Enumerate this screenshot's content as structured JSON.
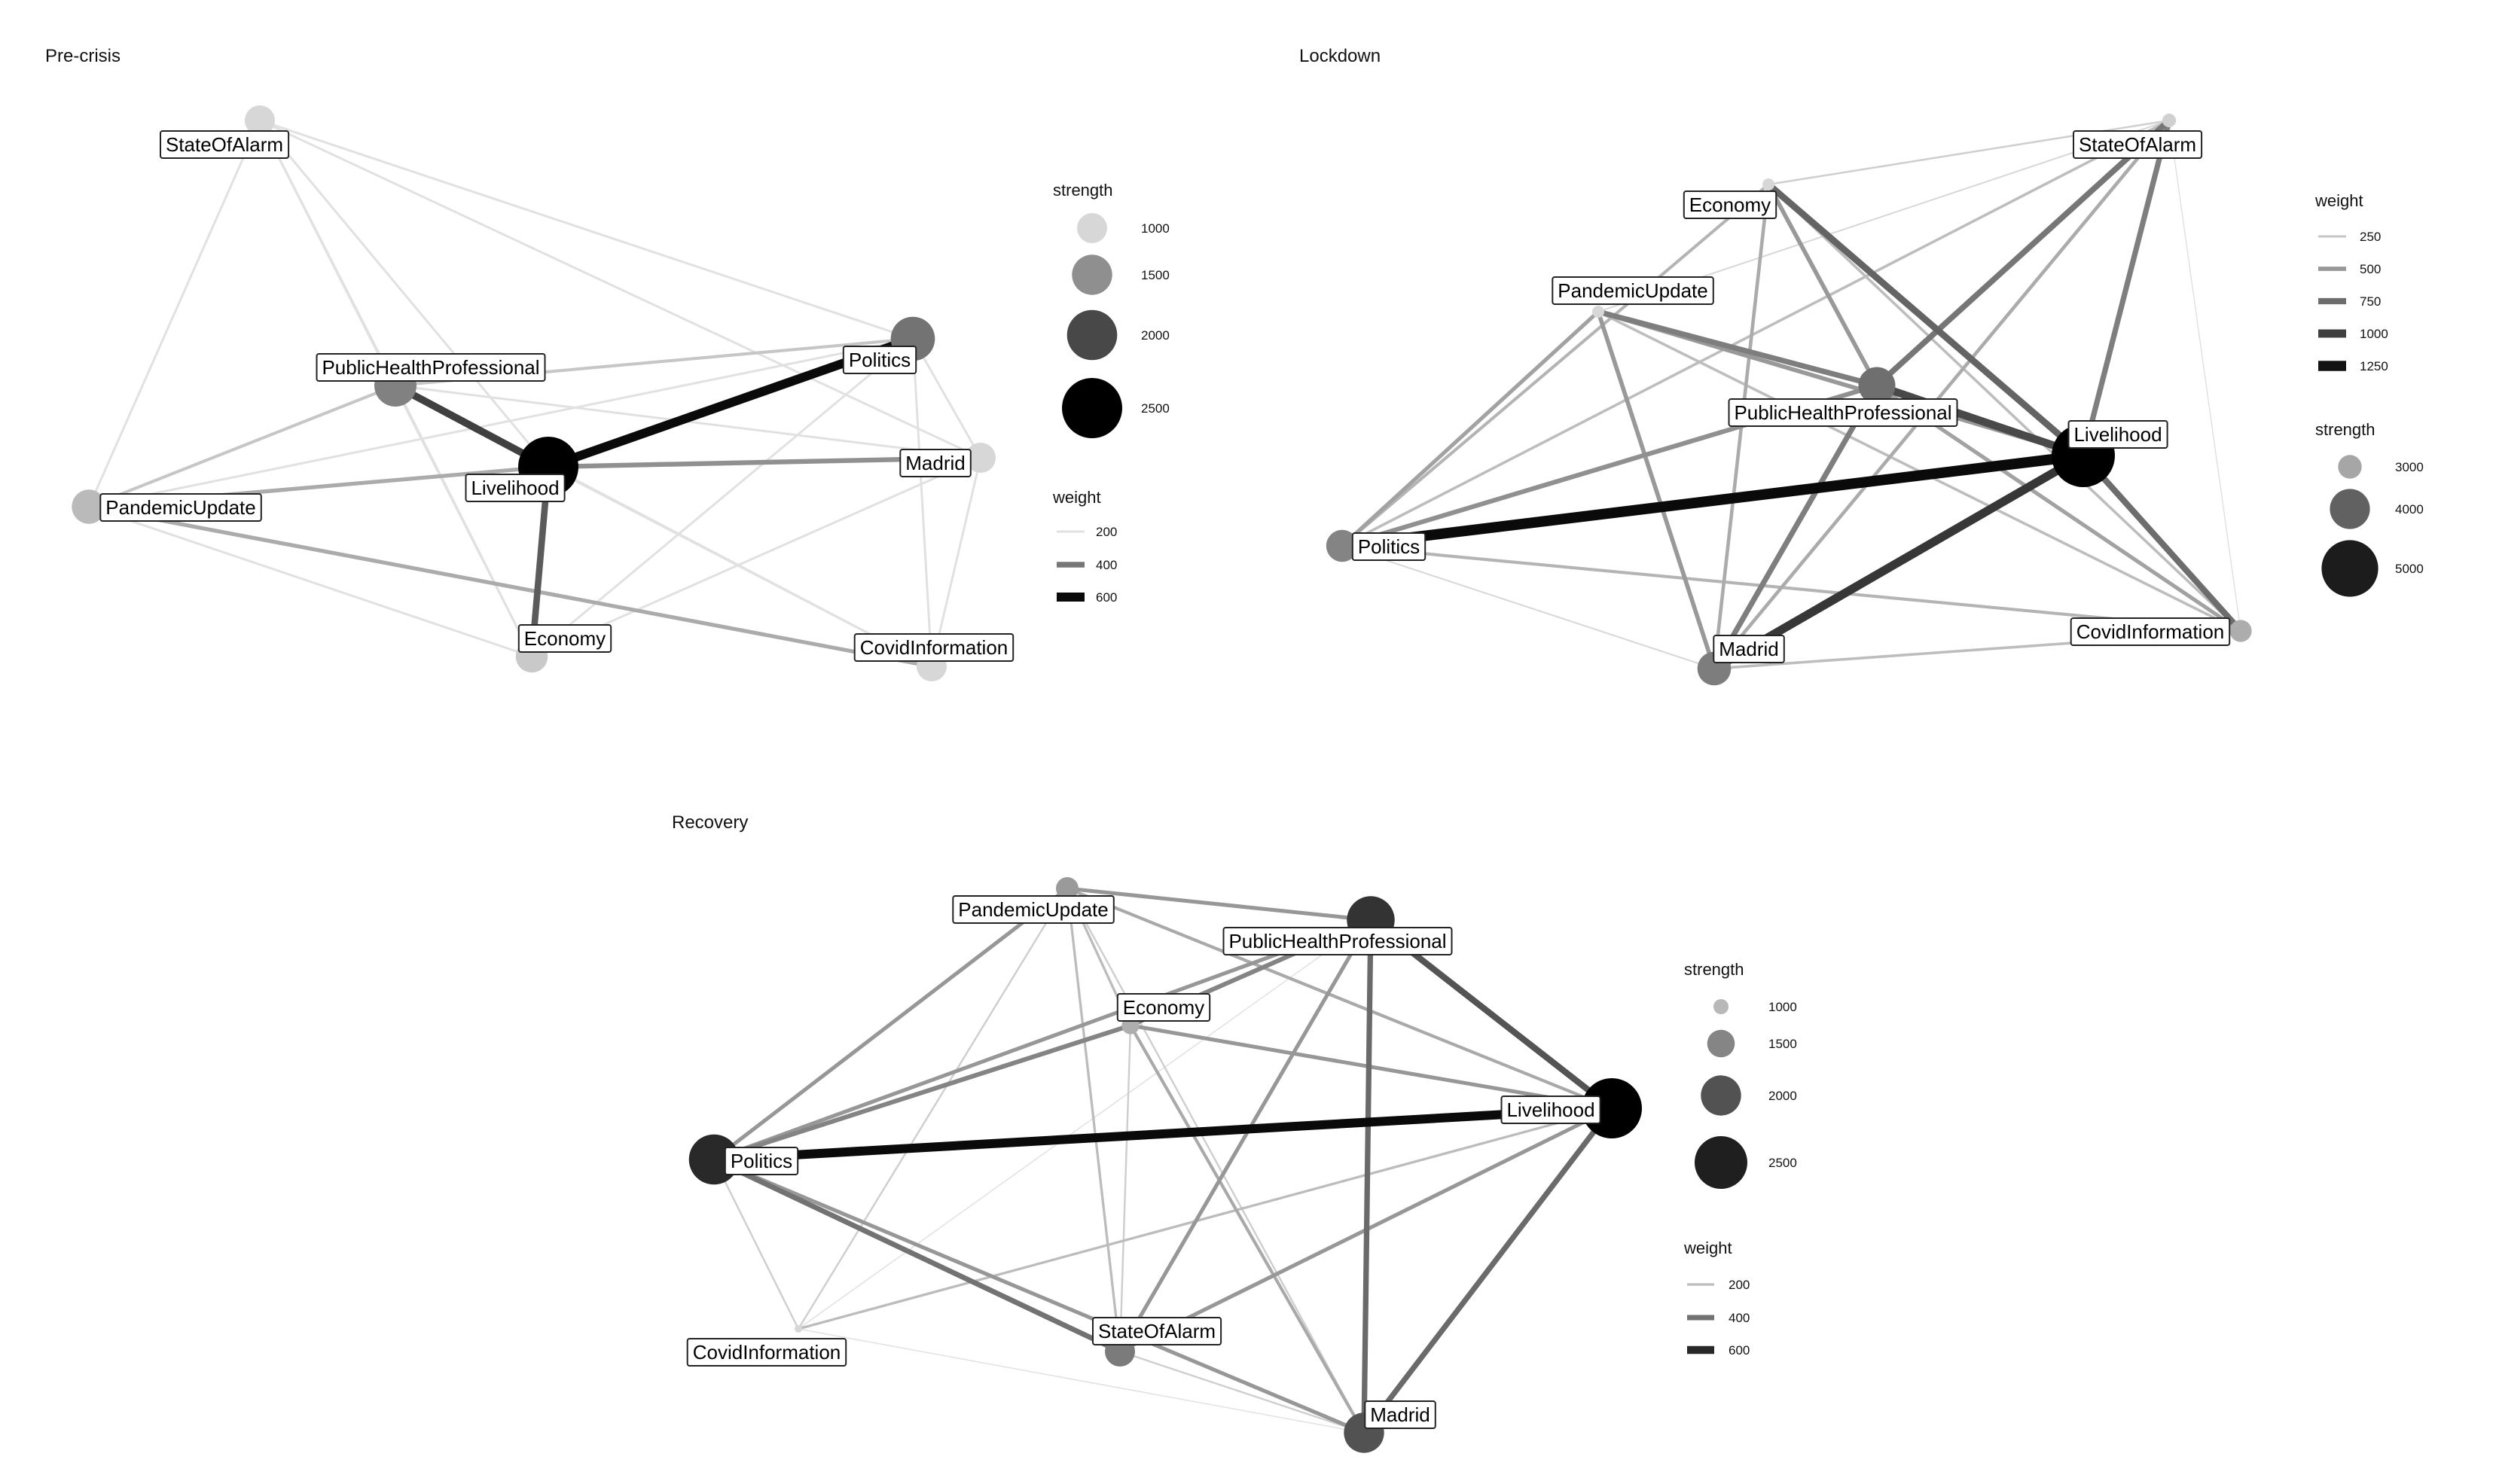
{
  "panels": [
    {
      "title": "Pre-crisis",
      "nodes": [
        {
          "id": "StateOfAlarm",
          "label": "StateOfAlarm",
          "strength": 700
        },
        {
          "id": "PublicHealthProfessional",
          "label": "PublicHealthProfessional",
          "strength": 1600
        },
        {
          "id": "Politics",
          "label": "Politics",
          "strength": 1700
        },
        {
          "id": "Madrid",
          "label": "Madrid",
          "strength": 1000
        },
        {
          "id": "Livelihood",
          "label": "Livelihood",
          "strength": 2600
        },
        {
          "id": "PandemicUpdate",
          "label": "PandemicUpdate",
          "strength": 1200
        },
        {
          "id": "Economy",
          "label": "Economy",
          "strength": 1100
        },
        {
          "id": "CovidInformation",
          "label": "CovidInformation",
          "strength": 800
        }
      ],
      "edges": [
        {
          "source": "Politics",
          "target": "Livelihood",
          "weight": 650
        },
        {
          "source": "PublicHealthProfessional",
          "target": "Livelihood",
          "weight": 500
        },
        {
          "source": "Livelihood",
          "target": "Economy",
          "weight": 450
        },
        {
          "source": "Livelihood",
          "target": "Madrid",
          "weight": 350
        },
        {
          "source": "PandemicUpdate",
          "target": "Livelihood",
          "weight": 300
        },
        {
          "source": "PandemicUpdate",
          "target": "CovidInformation",
          "weight": 300
        },
        {
          "source": "PublicHealthProfessional",
          "target": "Politics",
          "weight": 250
        },
        {
          "source": "PandemicUpdate",
          "target": "PublicHealthProfessional",
          "weight": 250
        },
        {
          "source": "StateOfAlarm",
          "target": "Livelihood",
          "weight": 200
        },
        {
          "source": "PublicHealthProfessional",
          "target": "Madrid",
          "weight": 200
        },
        {
          "source": "Economy",
          "target": "Politics",
          "weight": 200
        },
        {
          "source": "CovidInformation",
          "target": "Politics",
          "weight": 200
        },
        {
          "source": "PandemicUpdate",
          "target": "Politics",
          "weight": 180
        },
        {
          "source": "StateOfAlarm",
          "target": "PublicHealthProfessional",
          "weight": 150
        },
        {
          "source": "StateOfAlarm",
          "target": "Economy",
          "weight": 150
        },
        {
          "source": "PublicHealthProfessional",
          "target": "Economy",
          "weight": 150
        },
        {
          "source": "Livelihood",
          "target": "CovidInformation",
          "weight": 150
        },
        {
          "source": "Politics",
          "target": "Madrid",
          "weight": 120
        },
        {
          "source": "StateOfAlarm",
          "target": "Politics",
          "weight": 100
        },
        {
          "source": "StateOfAlarm",
          "target": "PandemicUpdate",
          "weight": 60
        },
        {
          "source": "StateOfAlarm",
          "target": "Madrid",
          "weight": 80
        },
        {
          "source": "Economy",
          "target": "Madrid",
          "weight": 100
        },
        {
          "source": "Madrid",
          "target": "CovidInformation",
          "weight": 100
        },
        {
          "source": "PandemicUpdate",
          "target": "Economy",
          "weight": 100
        },
        {
          "source": "PublicHealthProfessional",
          "target": "CovidInformation",
          "weight": 100
        }
      ],
      "legend": {
        "strength_title": "strength",
        "strength_items": [
          {
            "label": "1000",
            "value": 1000
          },
          {
            "label": "1500",
            "value": 1500
          },
          {
            "label": "2000",
            "value": 2000
          },
          {
            "label": "2500",
            "value": 2500
          }
        ],
        "weight_title": "weight",
        "weight_items": [
          {
            "label": "200",
            "value": 200
          },
          {
            "label": "400",
            "value": 400
          },
          {
            "label": "600",
            "value": 600
          }
        ]
      }
    },
    {
      "title": "Lockdown",
      "nodes": [
        {
          "id": "StateOfAlarm",
          "label": "StateOfAlarm",
          "strength": 2400
        },
        {
          "id": "Economy",
          "label": "Economy",
          "strength": 2300
        },
        {
          "id": "PandemicUpdate",
          "label": "PandemicUpdate",
          "strength": 2300
        },
        {
          "id": "PublicHealthProfessional",
          "label": "PublicHealthProfessional",
          "strength": 3800
        },
        {
          "id": "Livelihood",
          "label": "Livelihood",
          "strength": 5400
        },
        {
          "id": "Politics",
          "label": "Politics",
          "strength": 3500
        },
        {
          "id": "Madrid",
          "label": "Madrid",
          "strength": 3600
        },
        {
          "id": "CovidInformation",
          "label": "CovidInformation",
          "strength": 2900
        }
      ],
      "edges": [
        {
          "source": "Politics",
          "target": "Livelihood",
          "weight": 1300
        },
        {
          "source": "Madrid",
          "target": "Livelihood",
          "weight": 1050
        },
        {
          "source": "PublicHealthProfessional",
          "target": "Livelihood",
          "weight": 950
        },
        {
          "source": "Economy",
          "target": "Livelihood",
          "weight": 800
        },
        {
          "source": "Livelihood",
          "target": "CovidInformation",
          "weight": 750
        },
        {
          "source": "StateOfAlarm",
          "target": "Livelihood",
          "weight": 650
        },
        {
          "source": "StateOfAlarm",
          "target": "PublicHealthProfessional",
          "weight": 700
        },
        {
          "source": "PandemicUpdate",
          "target": "PublicHealthProfessional",
          "weight": 650
        },
        {
          "source": "PublicHealthProfessional",
          "target": "Madrid",
          "weight": 650
        },
        {
          "source": "Politics",
          "target": "PublicHealthProfessional",
          "weight": 550
        },
        {
          "source": "PandemicUpdate",
          "target": "Madrid",
          "weight": 500
        },
        {
          "source": "PandemicUpdate",
          "target": "Livelihood",
          "weight": 500
        },
        {
          "source": "Economy",
          "target": "PublicHealthProfessional",
          "weight": 500
        },
        {
          "source": "PandemicUpdate",
          "target": "Politics",
          "weight": 450
        },
        {
          "source": "PublicHealthProfessional",
          "target": "CovidInformation",
          "weight": 450
        },
        {
          "source": "Economy",
          "target": "Madrid",
          "weight": 400
        },
        {
          "source": "StateOfAlarm",
          "target": "Madrid",
          "weight": 400
        },
        {
          "source": "Economy",
          "target": "Politics",
          "weight": 350
        },
        {
          "source": "Politics",
          "target": "CovidInformation",
          "weight": 350
        },
        {
          "source": "StateOfAlarm",
          "target": "Politics",
          "weight": 300
        },
        {
          "source": "Madrid",
          "target": "CovidInformation",
          "weight": 300
        },
        {
          "source": "PandemicUpdate",
          "target": "CovidInformation",
          "weight": 300
        },
        {
          "source": "Economy",
          "target": "CovidInformation",
          "weight": 300
        },
        {
          "source": "Economy",
          "target": "StateOfAlarm",
          "weight": 200
        },
        {
          "source": "PandemicUpdate",
          "target": "StateOfAlarm",
          "weight": 150
        },
        {
          "source": "StateOfAlarm",
          "target": "CovidInformation",
          "weight": 100
        },
        {
          "source": "Politics",
          "target": "Madrid",
          "weight": 150
        }
      ],
      "legend": {
        "weight_title": "weight",
        "weight_items": [
          {
            "label": "250",
            "value": 250
          },
          {
            "label": "500",
            "value": 500
          },
          {
            "label": "750",
            "value": 750
          },
          {
            "label": "1000",
            "value": 1000
          },
          {
            "label": "1250",
            "value": 1250
          }
        ],
        "strength_title": "strength",
        "strength_items": [
          {
            "label": "3000",
            "value": 3000
          },
          {
            "label": "4000",
            "value": 4000
          },
          {
            "label": "5000",
            "value": 5000
          }
        ]
      }
    },
    {
      "title": "Recovery",
      "nodes": [
        {
          "id": "PandemicUpdate",
          "label": "PandemicUpdate",
          "strength": 1300
        },
        {
          "id": "PublicHealthProfessional",
          "label": "PublicHealthProfessional",
          "strength": 2300
        },
        {
          "id": "Economy",
          "label": "Economy",
          "strength": 1100
        },
        {
          "id": "Livelihood",
          "label": "Livelihood",
          "strength": 2800
        },
        {
          "id": "Politics",
          "label": "Politics",
          "strength": 2400
        },
        {
          "id": "StateOfAlarm",
          "label": "StateOfAlarm",
          "strength": 1600
        },
        {
          "id": "CovidInformation",
          "label": "CovidInformation",
          "strength": 700
        },
        {
          "id": "Madrid",
          "label": "Madrid",
          "strength": 2000
        }
      ],
      "edges": [
        {
          "source": "Politics",
          "target": "Livelihood",
          "weight": 680
        },
        {
          "source": "PublicHealthProfessional",
          "target": "Livelihood",
          "weight": 480
        },
        {
          "source": "Livelihood",
          "target": "Madrid",
          "weight": 420
        },
        {
          "source": "PublicHealthProfessional",
          "target": "Madrid",
          "weight": 420
        },
        {
          "source": "Politics",
          "target": "StateOfAlarm",
          "weight": 400
        },
        {
          "source": "Economy",
          "target": "Politics",
          "weight": 350
        },
        {
          "source": "PublicHealthProfessional",
          "target": "Economy",
          "weight": 350
        },
        {
          "source": "PandemicUpdate",
          "target": "Politics",
          "weight": 300
        },
        {
          "source": "PublicHealthProfessional",
          "target": "Politics",
          "weight": 300
        },
        {
          "source": "PandemicUpdate",
          "target": "PublicHealthProfessional",
          "weight": 300
        },
        {
          "source": "StateOfAlarm",
          "target": "Livelihood",
          "weight": 300
        },
        {
          "source": "Politics",
          "target": "Madrid",
          "weight": 300
        },
        {
          "source": "Economy",
          "target": "Livelihood",
          "weight": 300
        },
        {
          "source": "PublicHealthProfessional",
          "target": "StateOfAlarm",
          "weight": 300
        },
        {
          "source": "PandemicUpdate",
          "target": "Livelihood",
          "weight": 250
        },
        {
          "source": "Economy",
          "target": "Madrid",
          "weight": 250
        },
        {
          "source": "CovidInformation",
          "target": "Livelihood",
          "weight": 200
        },
        {
          "source": "PandemicUpdate",
          "target": "Economy",
          "weight": 200
        },
        {
          "source": "PandemicUpdate",
          "target": "StateOfAlarm",
          "weight": 200
        },
        {
          "source": "Economy",
          "target": "StateOfAlarm",
          "weight": 150
        },
        {
          "source": "CovidInformation",
          "target": "PandemicUpdate",
          "weight": 150
        },
        {
          "source": "CovidInformation",
          "target": "Politics",
          "weight": 150
        },
        {
          "source": "CovidInformation",
          "target": "PublicHealthProfessional",
          "weight": 100
        },
        {
          "source": "CovidInformation",
          "target": "Madrid",
          "weight": 100
        },
        {
          "source": "StateOfAlarm",
          "target": "Madrid",
          "weight": 150
        },
        {
          "source": "PandemicUpdate",
          "target": "Madrid",
          "weight": 150
        }
      ],
      "legend": {
        "strength_title": "strength",
        "strength_items": [
          {
            "label": "1000",
            "value": 1000
          },
          {
            "label": "1500",
            "value": 1500
          },
          {
            "label": "2000",
            "value": 2000
          },
          {
            "label": "2500",
            "value": 2500
          }
        ],
        "weight_title": "weight",
        "weight_items": [
          {
            "label": "200",
            "value": 200
          },
          {
            "label": "400",
            "value": 400
          },
          {
            "label": "600",
            "value": 600
          }
        ]
      }
    }
  ]
}
